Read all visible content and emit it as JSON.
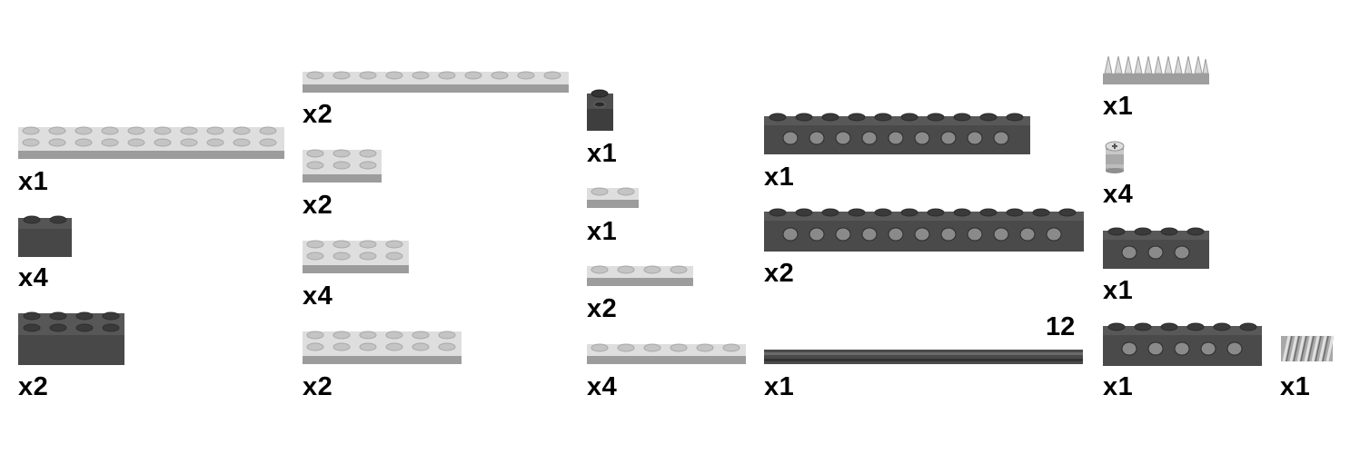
{
  "parts": [
    {
      "id": "plate-2x10",
      "qty": "x1"
    },
    {
      "id": "brick-1x2",
      "qty": "x4"
    },
    {
      "id": "brick-2x4",
      "qty": "x2"
    },
    {
      "id": "plate-1x10",
      "qty": "x2"
    },
    {
      "id": "plate-2x3",
      "qty": "x2"
    },
    {
      "id": "plate-2x4",
      "qty": "x4"
    },
    {
      "id": "plate-2x6",
      "qty": "x2"
    },
    {
      "id": "brick-1x1-round-stud",
      "qty": "x1"
    },
    {
      "id": "plate-1x2",
      "qty": "x1"
    },
    {
      "id": "plate-1x4",
      "qty": "x2"
    },
    {
      "id": "plate-1x6",
      "qty": "x4"
    },
    {
      "id": "technic-brick-1x10",
      "qty": "x1"
    },
    {
      "id": "technic-brick-1x12",
      "qty": "x2"
    },
    {
      "id": "technic-axle-12",
      "qty": "x1",
      "length_label": "12"
    },
    {
      "id": "gear-rack-1x10",
      "qty": "x1"
    },
    {
      "id": "axle-connector-bush",
      "qty": "x4"
    },
    {
      "id": "technic-brick-1x4",
      "qty": "x1"
    },
    {
      "id": "technic-brick-1x6",
      "qty": "x1"
    },
    {
      "id": "worm-gear",
      "qty": "x1"
    }
  ],
  "colors": {
    "light_gray": "#dcdcdc",
    "light_gray_side": "#9a9a9a",
    "dark_gray": "#555555",
    "dark_gray_side": "#3e3e3e"
  }
}
